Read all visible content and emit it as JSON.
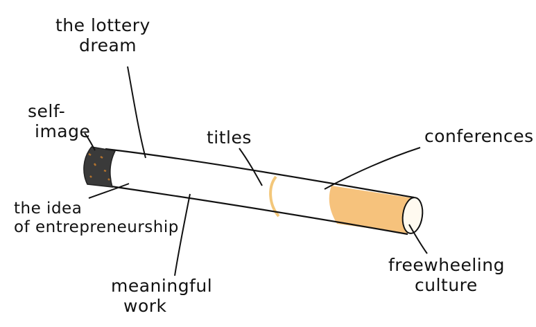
{
  "labels": {
    "lottery": {
      "line1": "the lottery",
      "line2": "dream"
    },
    "self_image": {
      "line1": "self-",
      "line2": "image"
    },
    "titles": "titles",
    "conferences": "conferences",
    "entrepreneurship": {
      "line1": "the idea",
      "line2": "of entrepreneurship"
    },
    "meaningful_work": {
      "line1": "meaningful",
      "line2": "work"
    },
    "freewheeling": {
      "line1": "freewheeling",
      "line2": "culture"
    }
  },
  "colors": {
    "ink": "#111111",
    "paper": "#ffffff",
    "ash": "#3a3a3a",
    "ember": "#b5742e",
    "filter": "#f6c27c",
    "filter_end": "#fffaf0",
    "band": "#f3c77a"
  }
}
